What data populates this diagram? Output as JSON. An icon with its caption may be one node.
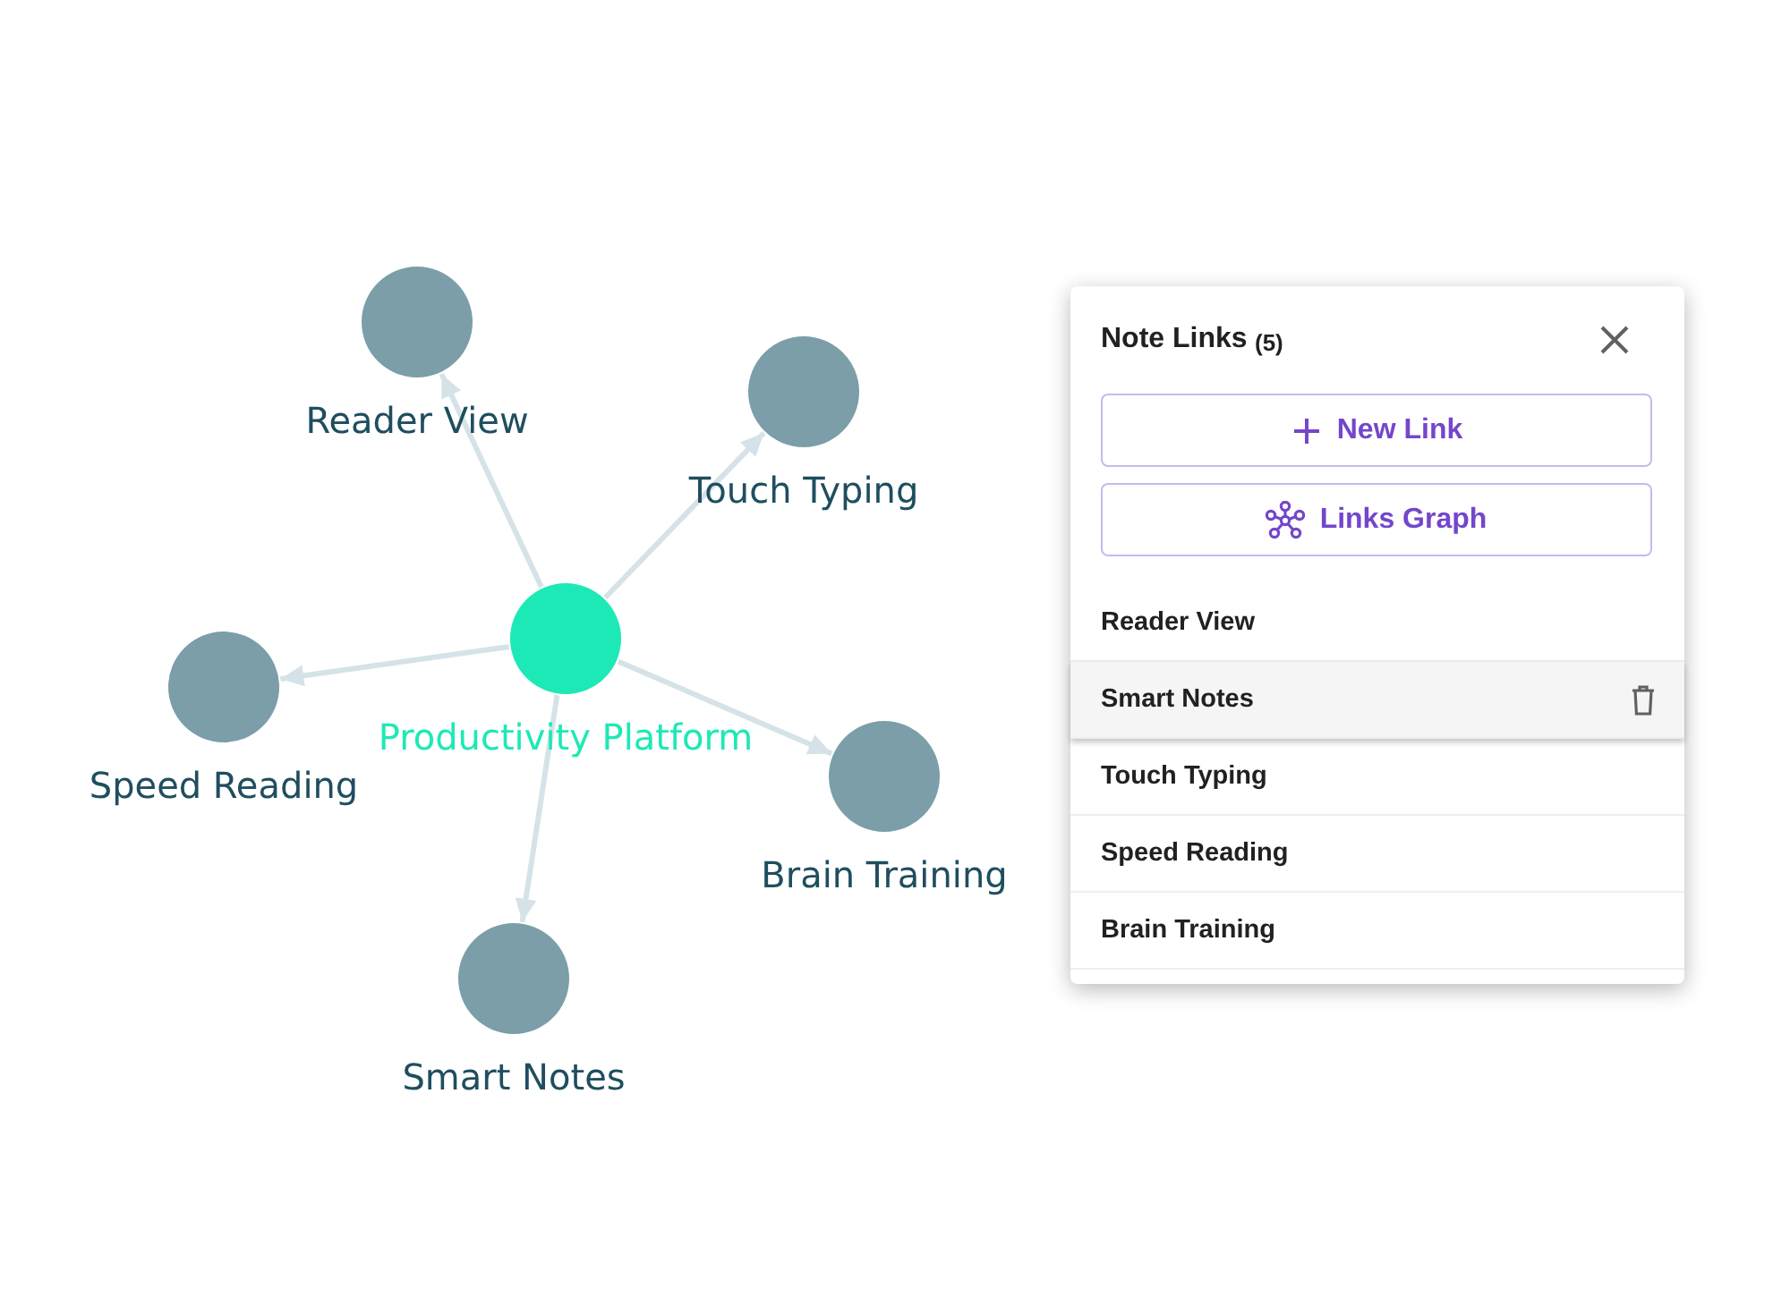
{
  "diagram": {
    "nodes": [
      {
        "text": [
          "Productivity Platform"
        ]
      },
      {
        "text": [
          "Reader View"
        ]
      },
      {
        "text": [
          "Touch Typing"
        ]
      },
      {
        "text": [
          "Speed Reading"
        ]
      },
      {
        "text": [
          "Brain Training"
        ]
      },
      {
        "text": [
          "Smart Notes"
        ]
      },
      {
        "text": [
          "Note Links",
          "(5)"
        ]
      },
      {
        "text": [
          "New Link"
        ],
        "in": 6
      },
      {
        "text": [
          "Links Graph"
        ],
        "in": 6
      },
      {
        "text": [
          "Reader View"
        ],
        "in": 6
      },
      {
        "text": [
          "Smart Notes"
        ],
        "in": 6
      },
      {
        "text": [
          "Touch Typing"
        ],
        "in": 6
      },
      {
        "text": [
          "Speed Reading"
        ],
        "in": 6
      },
      {
        "text": [
          "Brain Training"
        ],
        "in": 6
      }
    ],
    "edges": [
      {
        "from": 0,
        "to": 1,
        "arrow": "to"
      },
      {
        "from": 0,
        "to": 2,
        "arrow": "to"
      },
      {
        "from": 0,
        "to": 3,
        "arrow": "to"
      },
      {
        "from": 0,
        "to": 4,
        "arrow": "to"
      },
      {
        "from": 0,
        "to": 5,
        "arrow": "to"
      }
    ]
  }
}
